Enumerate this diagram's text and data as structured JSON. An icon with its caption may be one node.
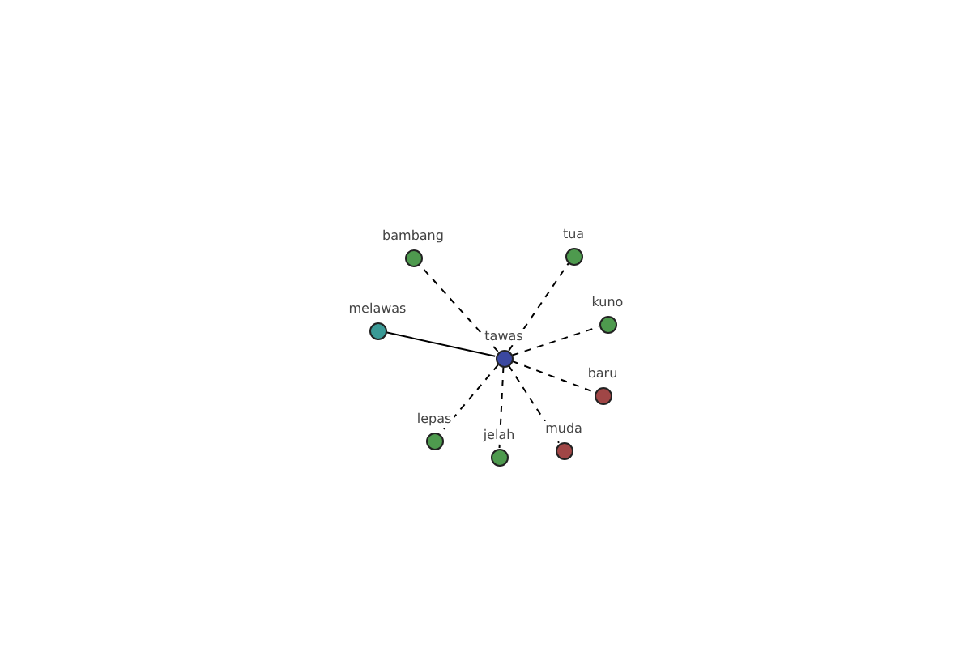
{
  "diagram": {
    "nodes": [
      {
        "text": [
          "bambang"
        ]
      },
      {
        "text": [
          "tua"
        ]
      },
      {
        "text": [
          "melawas"
        ]
      },
      {
        "text": [
          "kuno"
        ]
      },
      {
        "text": [
          "tawas"
        ]
      },
      {
        "text": [
          "baru"
        ]
      },
      {
        "text": [
          "lepas"
        ]
      },
      {
        "text": [
          "jelah"
        ]
      },
      {
        "text": [
          "muda"
        ]
      }
    ],
    "edges": [
      {
        "from": 4,
        "to": 0,
        "arrow": "none",
        "style": "dashed"
      },
      {
        "from": 4,
        "to": 1,
        "arrow": "none",
        "style": "dashed"
      },
      {
        "from": 4,
        "to": 2,
        "arrow": "none"
      },
      {
        "from": 4,
        "to": 3,
        "arrow": "none",
        "style": "dashed"
      },
      {
        "from": 4,
        "to": 5,
        "arrow": "none",
        "style": "dashed"
      },
      {
        "from": 4,
        "to": 6,
        "arrow": "none",
        "style": "dashed"
      },
      {
        "from": 4,
        "to": 7,
        "arrow": "none",
        "style": "dashed"
      },
      {
        "from": 4,
        "to": 8,
        "arrow": "none",
        "style": "dashed"
      }
    ]
  }
}
